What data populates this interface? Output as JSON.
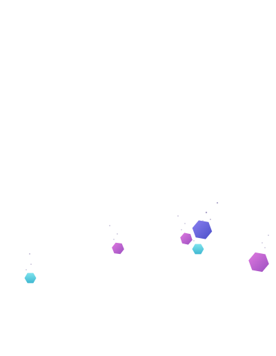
{
  "scene": {
    "background": "#ffffff",
    "colors": {
      "cyan_light": "#7fe3ee",
      "cyan_dark": "#3fb7d1",
      "magenta_light": "#e07ae0",
      "magenta_dark": "#9b4fc0",
      "violet_light": "#8a7ff0",
      "violet_dark": "#4a4fc8",
      "particle": "#8a7fb0"
    },
    "shapes": [
      {
        "icon": "hexagon-icon",
        "palette": "cyan"
      },
      {
        "icon": "hexagon-icon",
        "palette": "magenta"
      },
      {
        "icon": "hexagon-icon",
        "palette": "magenta"
      },
      {
        "icon": "hexagon-icon",
        "palette": "violet"
      },
      {
        "icon": "hexagon-icon",
        "palette": "cyan"
      },
      {
        "icon": "hexagon-icon",
        "palette": "magenta"
      }
    ]
  }
}
